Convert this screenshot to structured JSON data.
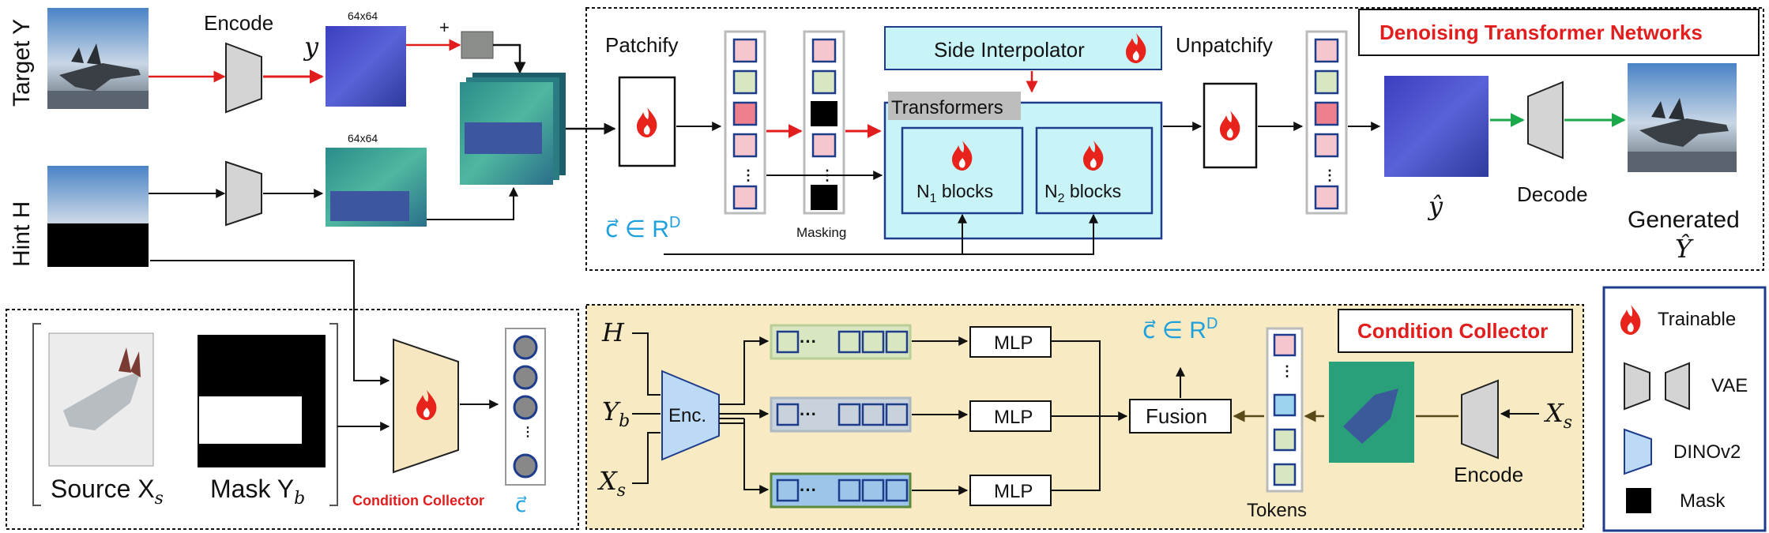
{
  "left": {
    "target_label": "Target Y",
    "hint_label": "Hint H",
    "encode_label": "Encode",
    "latent_y": "y",
    "size_label_top": "64x64",
    "size_label_mid": "64x64",
    "plus": "+",
    "source_label": "Source X",
    "source_sub": "s",
    "mask_label": "Mask Y",
    "mask_sub": "b",
    "cc_label": "Condition Collector",
    "c_vec": "c⃗"
  },
  "dtn": {
    "title": "Denoising Transformer Networks",
    "patchify": "Patchify",
    "unpatchify": "Unpatchify",
    "side_interp": "Side Interpolator",
    "transformers": "Transformers",
    "n1_prefix": "N",
    "n1_sub": "1",
    "n2_prefix": "N",
    "n2_sub": "2",
    "blocks": " blocks",
    "masking": "Masking",
    "c_in_rd": "c⃗ ∈ R",
    "c_sup": "D",
    "yhat": "ŷ",
    "decode": "Decode",
    "generated": "Generated",
    "Yhat": "Ŷ"
  },
  "cc": {
    "title": "Condition Collector",
    "H": "H",
    "Yb": "Y",
    "Yb_sub": "b",
    "Xs": "X",
    "Xs_sub": "s",
    "enc": "Enc.",
    "mlp": "MLP",
    "fusion": "Fusion",
    "c_in_rd": "c⃗ ∈ R",
    "c_sup": "D",
    "tokens": "Tokens",
    "encode": "Encode",
    "xs_right": "X",
    "xs_right_sub": "s"
  },
  "legend": {
    "trainable": "Trainable",
    "vae": "VAE",
    "dinov2": "DINOv2",
    "mask": "Mask"
  },
  "colors": {
    "red": "#e11d1d",
    "blue_text": "#1ea0dc",
    "green_arrow": "#1aa84a",
    "cc_bg": "#f8ebc4",
    "dtn_light": "#c8f4f8",
    "dino": "#bcd9f5",
    "token_pink": "#f6c6cf",
    "token_green": "#d8e6c2",
    "token_red": "#ee7f8c",
    "token_blue": "#9cc5ea",
    "token_gray": "#c7d2dd"
  }
}
